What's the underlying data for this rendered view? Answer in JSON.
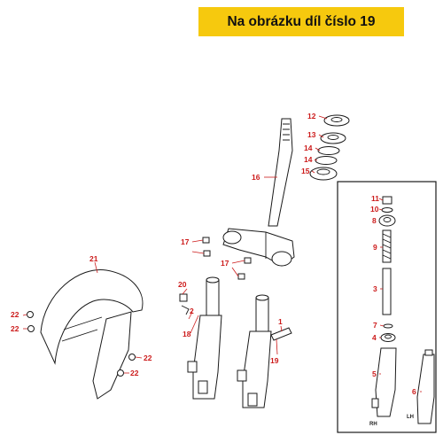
{
  "banner": {
    "text": "Na obrázku díl číslo 19",
    "bg_color": "#f6c90e"
  },
  "accent_color": "#cc1a1a",
  "callouts": [
    {
      "label": "1",
      "name": "callout-1"
    },
    {
      "label": "2",
      "name": "callout-2"
    },
    {
      "label": "3",
      "name": "callout-3"
    },
    {
      "label": "4",
      "name": "callout-4"
    },
    {
      "label": "5",
      "name": "callout-5"
    },
    {
      "label": "6",
      "name": "callout-6"
    },
    {
      "label": "7",
      "name": "callout-7"
    },
    {
      "label": "8",
      "name": "callout-8"
    },
    {
      "label": "9",
      "name": "callout-9"
    },
    {
      "label": "10",
      "name": "callout-10"
    },
    {
      "label": "11",
      "name": "callout-11"
    },
    {
      "label": "12",
      "name": "callout-12"
    },
    {
      "label": "13",
      "name": "callout-13"
    },
    {
      "label": "14",
      "name": "callout-14-a"
    },
    {
      "label": "14",
      "name": "callout-14-b"
    },
    {
      "label": "15",
      "name": "callout-15"
    },
    {
      "label": "16",
      "name": "callout-16"
    },
    {
      "label": "17",
      "name": "callout-17-a"
    },
    {
      "label": "17",
      "name": "callout-17-b"
    },
    {
      "label": "18",
      "name": "callout-18"
    },
    {
      "label": "19",
      "name": "callout-19"
    },
    {
      "label": "20",
      "name": "callout-20"
    },
    {
      "label": "21",
      "name": "callout-21"
    },
    {
      "label": "22",
      "name": "callout-22-a"
    },
    {
      "label": "22",
      "name": "callout-22-b"
    },
    {
      "label": "22",
      "name": "callout-22-c"
    },
    {
      "label": "22",
      "name": "callout-22-d"
    }
  ],
  "fork_side_labels": {
    "right": "RH",
    "left": "LH"
  }
}
